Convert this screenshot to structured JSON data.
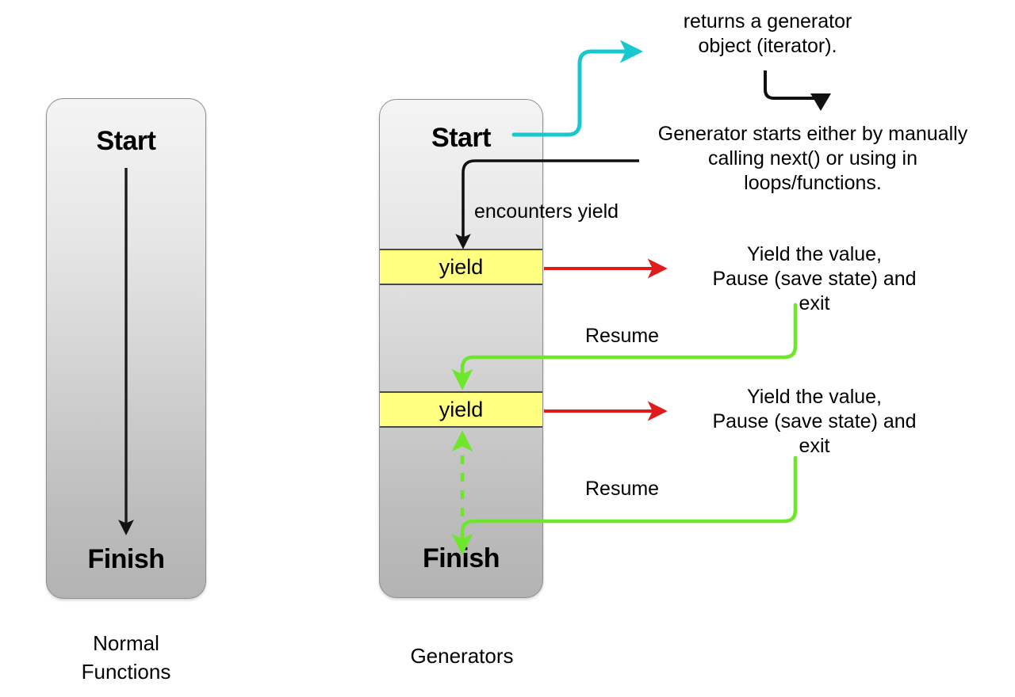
{
  "diagram": {
    "title": "Normal Functions vs Generators",
    "background": "#ffffff",
    "colors": {
      "box_border": "#8d8d8d",
      "box_gradient_top": "#f4f4f4",
      "box_gradient_bottom": "#b3b3b3",
      "yield_fill": "#ffff80",
      "yield_border": "#4a4a4a",
      "cyan_arrow": "#17c9cf",
      "black_arrow": "#111111",
      "red_arrow": "#e01b1b",
      "green_arrow": "#6ee62a",
      "text": "#000000"
    }
  },
  "normal_functions": {
    "caption": "Normal\nFunctions",
    "start_label": "Start",
    "finish_label": "Finish"
  },
  "generators": {
    "caption": "Generators",
    "start_label": "Start",
    "finish_label": "Finish",
    "yield_blocks": [
      {
        "label": "yield"
      },
      {
        "label": "yield"
      }
    ]
  },
  "annotations": {
    "returns_generator": "returns a generator\nobject (iterator).",
    "generator_starts": "Generator starts either by manually\ncalling next() or using in\nloops/functions.",
    "yield_pause_1": "Yield  the value,\nPause (save state) and\nexit",
    "yield_pause_2": "Yield  the value,\nPause (save state) and\nexit",
    "encounters_yield": "encounters yield",
    "resume_1": "Resume",
    "resume_2": "Resume"
  }
}
